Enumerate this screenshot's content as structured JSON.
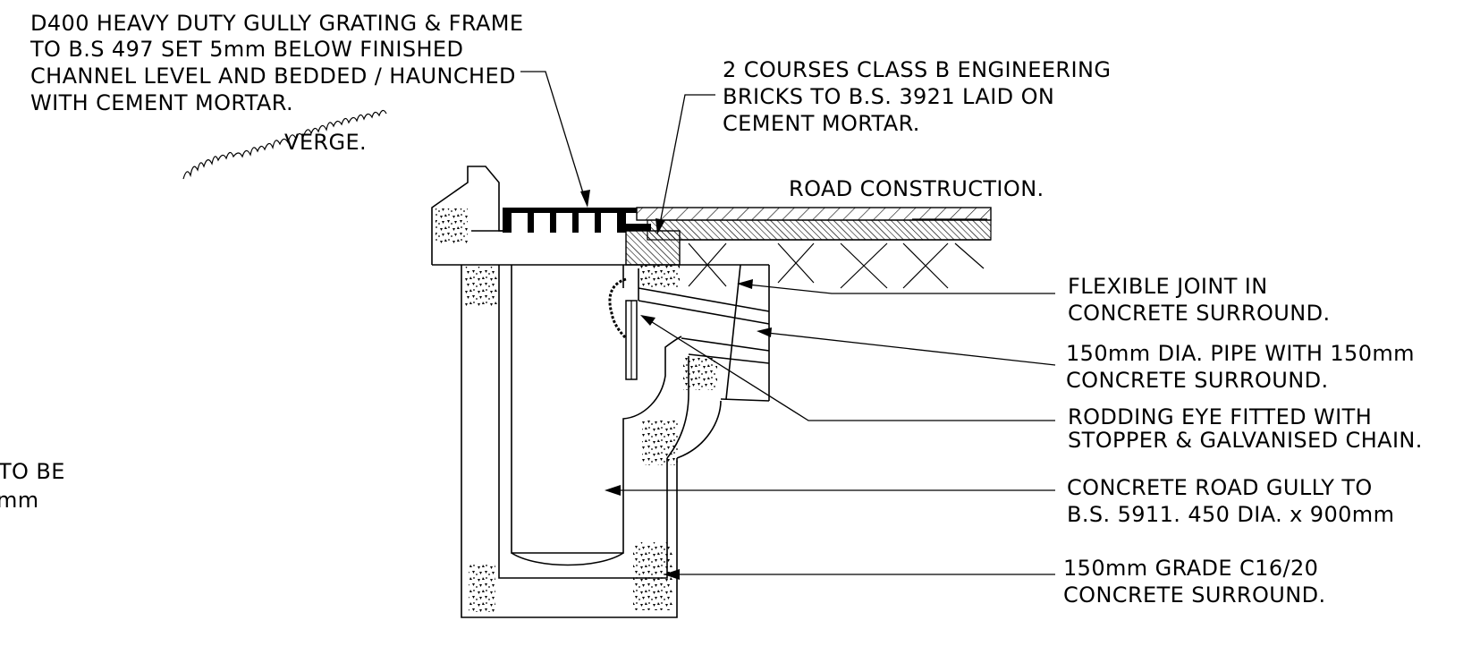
{
  "notes": {
    "grating": {
      "lines": [
        "D400 HEAVY DUTY GULLY GRATING & FRAME",
        "TO B.S 497 SET 5mm BELOW FINISHED",
        "CHANNEL LEVEL AND BEDDED / HAUNCHED",
        "WITH CEMENT MORTAR."
      ]
    },
    "bricks": {
      "lines": [
        "2 COURSES CLASS B ENGINEERING",
        "BRICKS TO B.S. 3921 LAID ON",
        "CEMENT MORTAR."
      ]
    },
    "verge": {
      "label": "VERGE."
    },
    "road": {
      "label": "ROAD CONSTRUCTION."
    },
    "flexible_joint": {
      "lines": [
        "FLEXIBLE JOINT IN",
        "CONCRETE SURROUND."
      ]
    },
    "pipe": {
      "lines": [
        "150mm DIA. PIPE WITH 150mm",
        "CONCRETE SURROUND."
      ]
    },
    "rodding_eye": {
      "lines": [
        "RODDING EYE FITTED WITH",
        "STOPPER & GALVANISED CHAIN."
      ]
    },
    "gully": {
      "lines": [
        "CONCRETE ROAD GULLY TO",
        "B.S. 5911. 450 DIA. x 900mm"
      ]
    },
    "surround": {
      "lines": [
        "150mm GRADE C16/20",
        "CONCRETE SURROUND."
      ]
    },
    "cut_off": {
      "lines": [
        "TO BE",
        "mm"
      ]
    }
  }
}
